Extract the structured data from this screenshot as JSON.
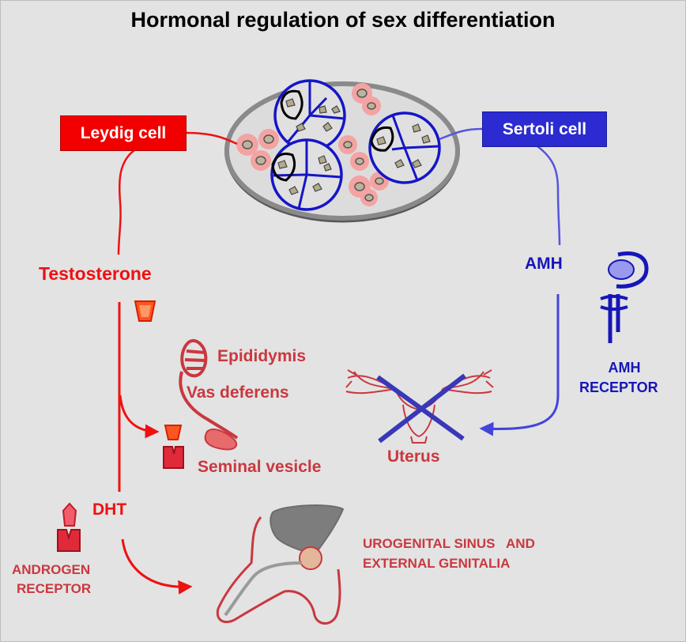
{
  "title": "Hormonal regulation of sex differentiation",
  "labels": {
    "leydig_cell": "Leydig cell",
    "sertoli_cell": "Sertoli cell",
    "testosterone": "Testosterone",
    "amh": "AMH",
    "amh_receptor_line1": "AMH",
    "amh_receptor_line2": "RECEPTOR",
    "epididymis": "Epididymis",
    "vas_deferens": "Vas deferens",
    "seminal_vesicle": "Seminal vesicle",
    "uterus": "Uterus",
    "dht": "DHT",
    "androgen_receptor_line1": "ANDROGEN",
    "androgen_receptor_line2": "RECEPTOR",
    "urogenital_line1": "UROGENITAL SINUS   AND",
    "urogenital_line2": "EXTERNAL GENITALIA"
  },
  "colors": {
    "background": "#e3e3e3",
    "leydig_red": "#f20000",
    "sertoli_blue": "#2b2bd1",
    "amh_line": "#5555dd",
    "organ_red": "#c9383f",
    "cell_pink": "#f4a3a3"
  }
}
